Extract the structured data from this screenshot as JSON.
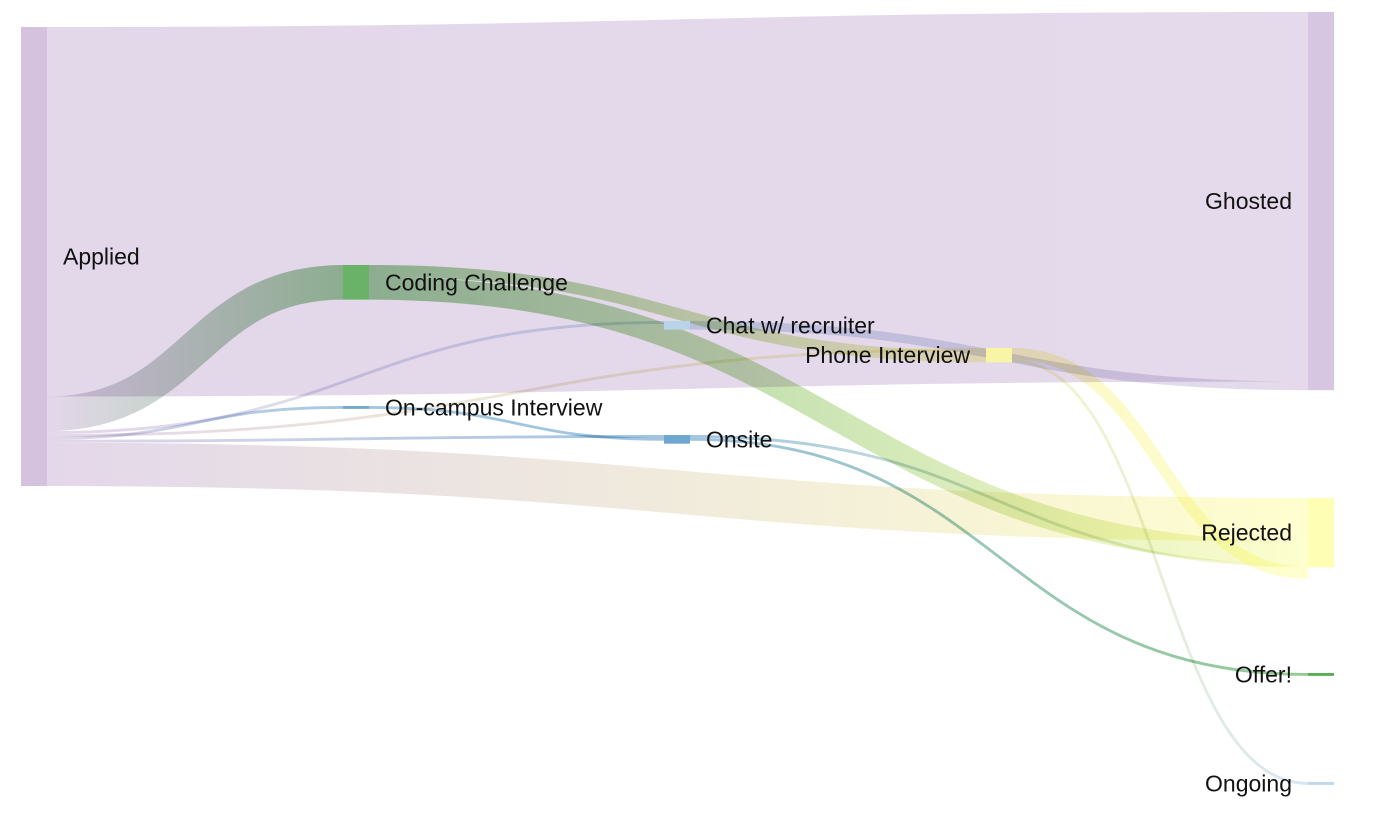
{
  "chart_data": {
    "type": "sankey",
    "title": "",
    "nodes": [
      {
        "id": "applied",
        "label": "Applied",
        "value": 159,
        "color": "#d4c2df"
      },
      {
        "id": "coding",
        "label": "Coding Challenge",
        "value": 12,
        "color": "#6ab267"
      },
      {
        "id": "oncampus",
        "label": "On-campus Interview",
        "value": 1,
        "color": "#74a9cf"
      },
      {
        "id": "chat",
        "label": "Chat w/ recruiter",
        "value": 3,
        "color": "#b9d3e8"
      },
      {
        "id": "onsite",
        "label": "Onsite",
        "value": 3,
        "color": "#6fa6cf"
      },
      {
        "id": "phone",
        "label": "Phone Interview",
        "value": 5,
        "color": "#f8f5a6"
      },
      {
        "id": "ghosted",
        "label": "Ghosted",
        "value": 131,
        "color": "#d6c6e1"
      },
      {
        "id": "rejected",
        "label": "Rejected",
        "value": 24,
        "color": "#fefeb4"
      },
      {
        "id": "offer",
        "label": "Offer!",
        "value": 1,
        "color": "#5aad57"
      },
      {
        "id": "ongoing",
        "label": "Ongoing",
        "value": 1,
        "color": "#bfd7ea"
      }
    ],
    "links": [
      {
        "source": "applied",
        "target": "ghosted",
        "value": 128
      },
      {
        "source": "applied",
        "target": "coding",
        "value": 12
      },
      {
        "source": "applied",
        "target": "chat",
        "value": 1
      },
      {
        "source": "applied",
        "target": "phone",
        "value": 1
      },
      {
        "source": "applied",
        "target": "oncampus",
        "value": 1
      },
      {
        "source": "applied",
        "target": "onsite",
        "value": 1
      },
      {
        "source": "applied",
        "target": "rejected",
        "value": 15
      },
      {
        "source": "coding",
        "target": "phone",
        "value": 4
      },
      {
        "source": "coding",
        "target": "rejected",
        "value": 8
      },
      {
        "source": "oncampus",
        "target": "onsite",
        "value": 1
      },
      {
        "source": "chat",
        "target": "ghosted",
        "value": 3
      },
      {
        "source": "onsite",
        "target": "rejected",
        "value": 1
      },
      {
        "source": "onsite",
        "target": "offer",
        "value": 1
      },
      {
        "source": "phone",
        "target": "rejected",
        "value": 4
      },
      {
        "source": "phone",
        "target": "ongoing",
        "value": 1
      }
    ]
  }
}
